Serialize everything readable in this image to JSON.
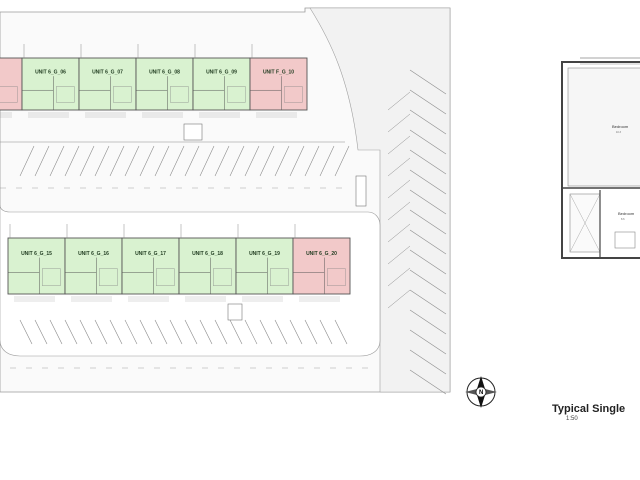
{
  "site_plan": {
    "top_row_units": [
      {
        "label": "",
        "type": "end"
      },
      {
        "label": "UNIT 6_G_06",
        "type": "standard"
      },
      {
        "label": "UNIT 6_G_07",
        "type": "standard"
      },
      {
        "label": "UNIT 6_G_08",
        "type": "standard"
      },
      {
        "label": "UNIT 6_G_09",
        "type": "standard"
      },
      {
        "label": "UNIT F_G_10",
        "type": "end"
      }
    ],
    "bottom_row_units": [
      {
        "label": "UNIT 6_G_15",
        "type": "standard"
      },
      {
        "label": "UNIT 6_G_16",
        "type": "standard"
      },
      {
        "label": "UNIT 6_G_17",
        "type": "standard"
      },
      {
        "label": "UNIT 6_G_18",
        "type": "standard"
      },
      {
        "label": "UNIT 6_G_19",
        "type": "standard"
      },
      {
        "label": "UNIT 6_G_20",
        "type": "end"
      }
    ],
    "colors": {
      "standard_unit": "#d9f2d0",
      "end_unit": "#f2c9c9",
      "road": "#f4f4f4",
      "line": "#8c8c8c",
      "wall": "#555555"
    }
  },
  "north_arrow": {
    "letter": "N"
  },
  "floor_plan": {
    "rooms": [
      {
        "name": "Bedroom",
        "area": "10.3"
      },
      {
        "name": "Bedroom",
        "area": "8.6"
      }
    ],
    "title": "Typical Single",
    "scale": "1:50"
  }
}
